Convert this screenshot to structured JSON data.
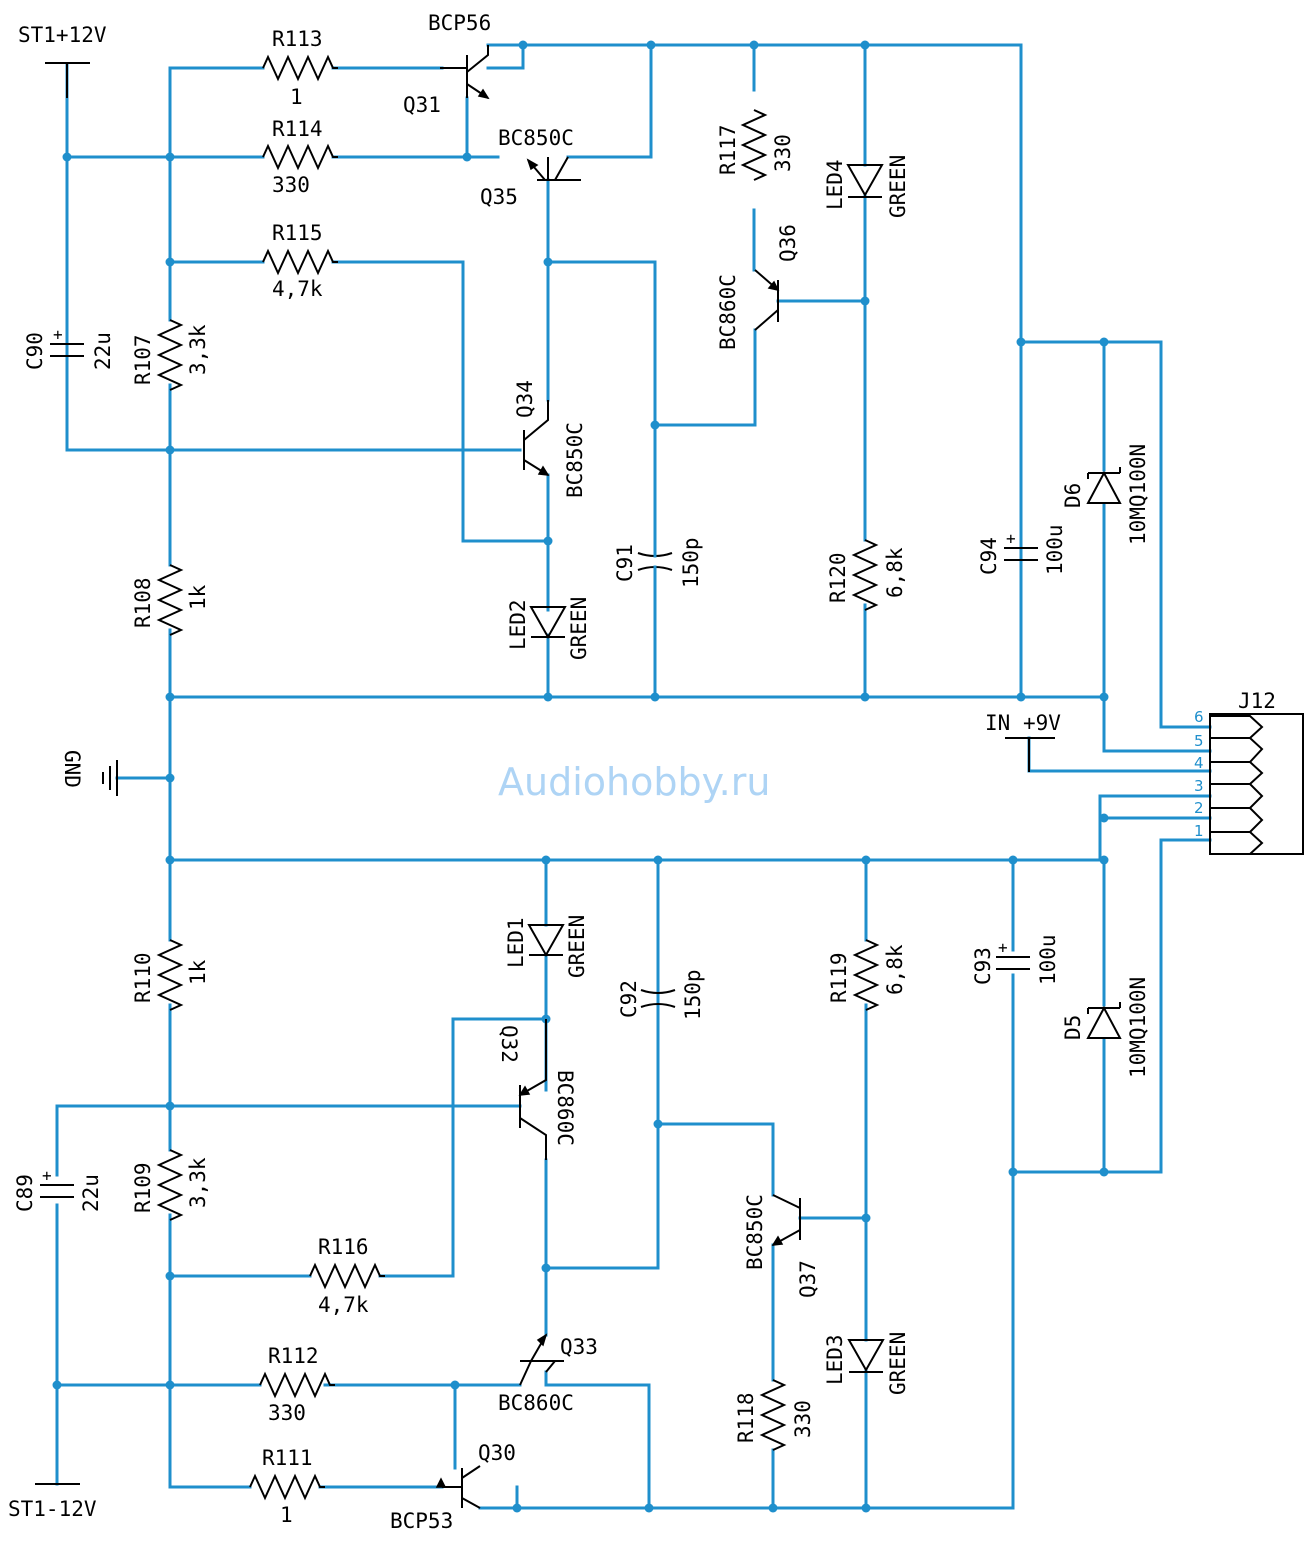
{
  "watermark": "Audiohobby.ru",
  "power": {
    "pos": "ST1+12V",
    "neg": "ST1-12V",
    "gnd": "GND",
    "in": "IN",
    "in_volt": "+9V"
  },
  "connector": {
    "ref": "J12",
    "pins": [
      "6",
      "5",
      "4",
      "3",
      "2",
      "1"
    ]
  },
  "transistors": [
    {
      "ref": "Q31",
      "part": "BCP56"
    },
    {
      "ref": "Q35",
      "part": "BC850C"
    },
    {
      "ref": "Q34",
      "part": "BC850C"
    },
    {
      "ref": "Q36",
      "part": "BC860C"
    },
    {
      "ref": "Q32",
      "part": "BC860C"
    },
    {
      "ref": "Q37",
      "part": "BC850C"
    },
    {
      "ref": "Q33",
      "part": "BC860C"
    },
    {
      "ref": "Q30",
      "part": "BCP53"
    }
  ],
  "resistors": [
    {
      "ref": "R113",
      "value": "1"
    },
    {
      "ref": "R114",
      "value": "330"
    },
    {
      "ref": "R115",
      "value": "4,7k"
    },
    {
      "ref": "R107",
      "value": "3,3k"
    },
    {
      "ref": "R108",
      "value": "1k"
    },
    {
      "ref": "R117",
      "value": "330"
    },
    {
      "ref": "R120",
      "value": "6,8k"
    },
    {
      "ref": "R110",
      "value": "1k"
    },
    {
      "ref": "R109",
      "value": "3,3k"
    },
    {
      "ref": "R116",
      "value": "4,7k"
    },
    {
      "ref": "R112",
      "value": "330"
    },
    {
      "ref": "R111",
      "value": "1"
    },
    {
      "ref": "R119",
      "value": "6,8k"
    },
    {
      "ref": "R118",
      "value": "330"
    }
  ],
  "capacitors": [
    {
      "ref": "C90",
      "value": "22u"
    },
    {
      "ref": "C91",
      "value": "150p"
    },
    {
      "ref": "C94",
      "value": "100u"
    },
    {
      "ref": "C92",
      "value": "150p"
    },
    {
      "ref": "C93",
      "value": "100u"
    },
    {
      "ref": "C89",
      "value": "22u"
    }
  ],
  "leds": [
    {
      "ref": "LED4",
      "color": "GREEN"
    },
    {
      "ref": "LED2",
      "color": "GREEN"
    },
    {
      "ref": "LED1",
      "color": "GREEN"
    },
    {
      "ref": "LED3",
      "color": "GREEN"
    }
  ],
  "diodes": [
    {
      "ref": "D6",
      "part": "10MQ100N"
    },
    {
      "ref": "D5",
      "part": "10MQ100N"
    }
  ]
}
